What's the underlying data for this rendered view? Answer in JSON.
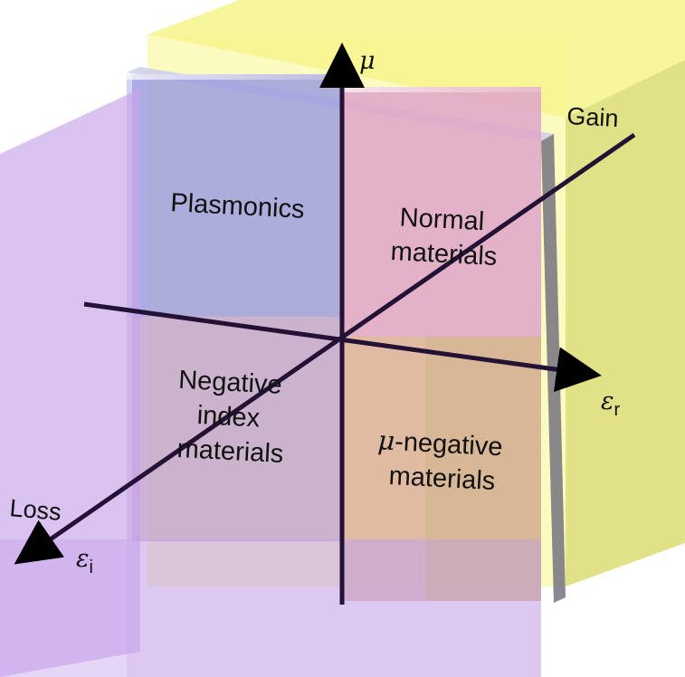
{
  "quadrants": {
    "top_left": [
      "Plasmonics"
    ],
    "top_right": [
      "Normal",
      "materials"
    ],
    "bottom_left": [
      "Negative",
      "index",
      "materials"
    ],
    "bottom_right_prefix": "μ",
    "bottom_right": [
      "-negative",
      "materials"
    ]
  },
  "axes": {
    "vertical": "μ",
    "horizontal": "ε",
    "horizontal_sub": "r",
    "depth": "ε",
    "depth_sub": "i",
    "gain": "Gain",
    "loss": "Loss"
  },
  "colors": {
    "gain_block": "#f7f58c",
    "loss_block": "#c7a3ea",
    "tile_tl": "#9f9fe0",
    "tile_tr": "#e0a7c8",
    "tile_bl": "#c2a5cf",
    "tile_br": "#dcb29c",
    "axis": "#241236"
  }
}
